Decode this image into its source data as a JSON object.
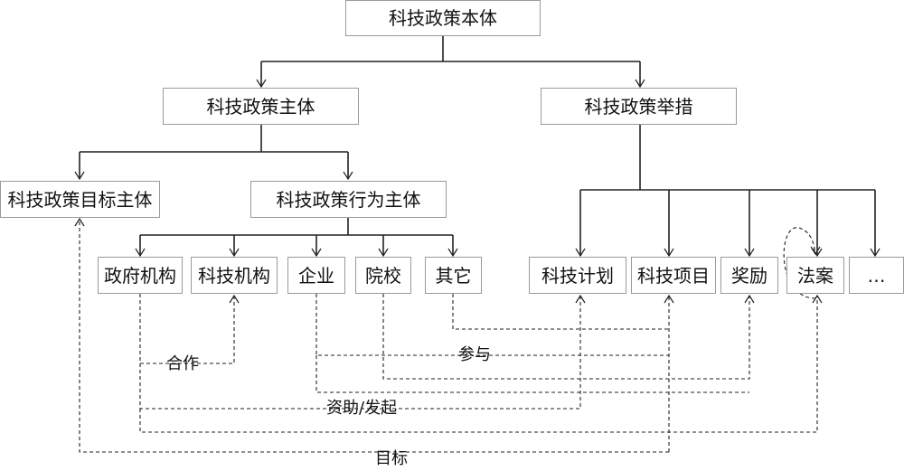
{
  "nodes": {
    "root": "科技政策本体",
    "subject": "科技政策主体",
    "measures": "科技政策举措",
    "target_subject": "科技政策目标主体",
    "actor_subject": "科技政策行为主体",
    "gov": "政府机构",
    "sci_org": "科技机构",
    "enterprise": "企业",
    "college": "院校",
    "other": "其它",
    "plan": "科技计划",
    "project": "科技项目",
    "award": "奖励",
    "bill": "法案",
    "more": "…"
  },
  "relations": {
    "cooperate": "合作",
    "participate": "参与",
    "fund": "资助/发起",
    "target": "目标"
  }
}
